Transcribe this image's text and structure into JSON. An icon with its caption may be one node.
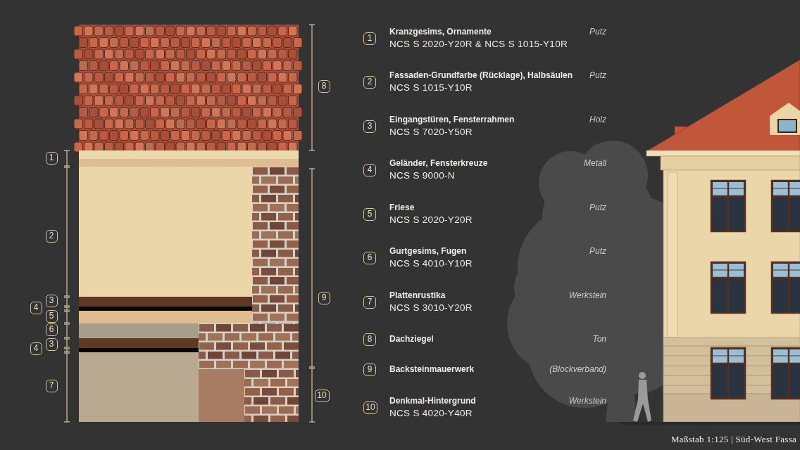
{
  "diagram": {
    "labels": [
      "1",
      "2",
      "3",
      "4",
      "5",
      "6",
      "3",
      "4",
      "7",
      "8",
      "9",
      "10",
      "1",
      "Kranzgesims, Ornamente",
      "Putz",
      "NCS S 2020-Y20R & NCS S 1015-Y10R",
      "2",
      "Fassaden-Grundfarbe (Rücklage), Halbsäulen",
      "Putz",
      "NCS S 1015-Y10R",
      "3",
      "Eingangstüren, Fensterrahmen",
      "Holz",
      "NCS S 7020-Y50R",
      "4",
      "Geländer, Fensterkreuze",
      "Metall",
      "NCS S 9000-N",
      "5",
      "Friese",
      "Putz",
      "NCS S 2020-Y20R",
      "6",
      "Gurtgesims, Fugen",
      "Putz",
      "NCS S 4010-Y10R",
      "7",
      "Plattenrustika",
      "Werkstein",
      "NCS S 3010-Y20R",
      "8",
      "Dachziegel",
      "Ton",
      "9",
      "Backsteinmauerwerk",
      "(Blockverband)",
      "10",
      "Denkmal-Hintergrund",
      "Werkstein",
      "NCS S 4020-Y40R",
      "Maßstab 1:125 | Süd-West Fassa"
    ]
  }
}
